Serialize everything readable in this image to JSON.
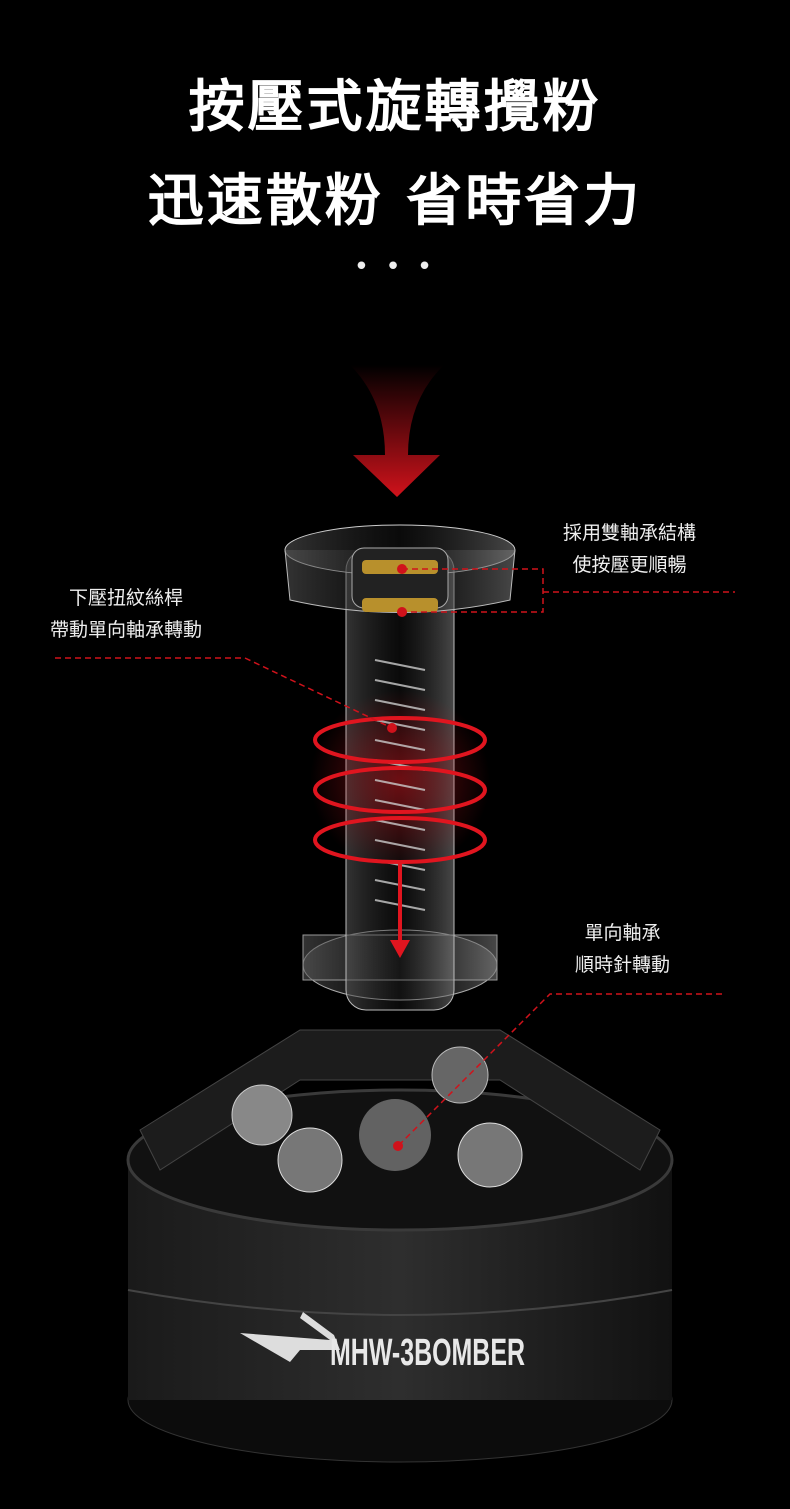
{
  "headline": {
    "line1": "按壓式旋轉攪粉",
    "line2": "迅速散粉 省時省力",
    "ellipsis": "• • •"
  },
  "callouts": {
    "bearing_structure": {
      "line1": "採用雙軸承結構",
      "line2": "使按壓更順暢"
    },
    "screw_rod": {
      "line1": "下壓扭紋絲桿",
      "line2": "帶動單向軸承轉動"
    },
    "one_way_bearing": {
      "line1": "單向軸承",
      "line2": "順時針轉動"
    }
  },
  "product": {
    "brand_mark": "MHW-3BOMBER"
  },
  "colors": {
    "accent": "#d0121b",
    "background": "#000000"
  }
}
